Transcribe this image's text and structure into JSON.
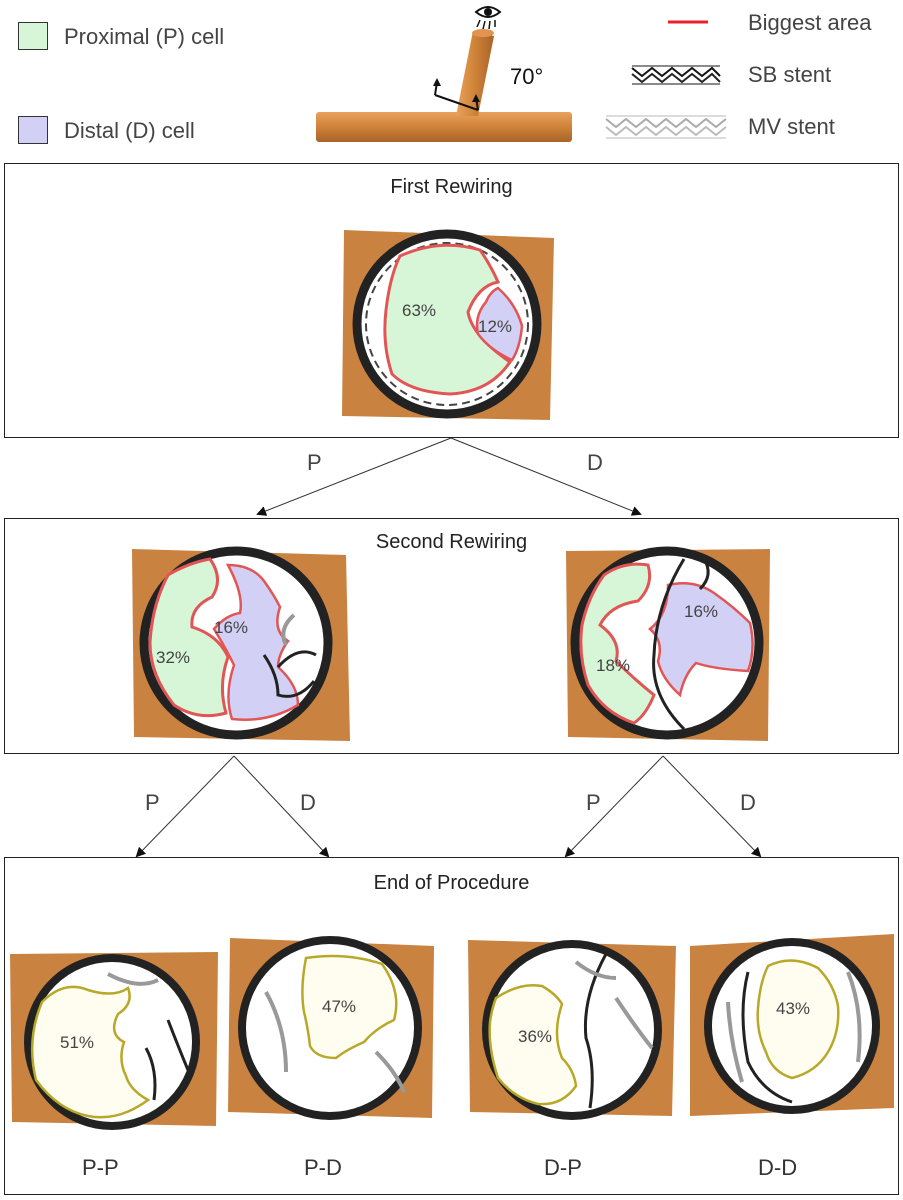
{
  "legend": {
    "proximal_label": "Proximal  (P) cell",
    "distal_label": "Distal  (D) cell",
    "angle_label": "70°",
    "biggest_area_label": "Biggest area",
    "sb_stent_label": "SB stent",
    "mv_stent_label": "MV stent",
    "colors": {
      "proximal": "#d7f5d7",
      "distal": "#d3d0f5",
      "biggest_area": "#e8202a",
      "vessel": "#d38a45"
    }
  },
  "panels": {
    "first": {
      "title": "First Rewiring",
      "cells": {
        "proximal": "63%",
        "distal": "12%"
      }
    },
    "second": {
      "title": "Second Rewiring",
      "left": {
        "proximal": "32%",
        "distal": "16%"
      },
      "right": {
        "proximal": "18%",
        "distal": "16%"
      }
    },
    "end": {
      "title": "End of Procedure",
      "results": [
        {
          "caption": "P-P",
          "value": "51%"
        },
        {
          "caption": "P-D",
          "value": "47%"
        },
        {
          "caption": "D-P",
          "value": "36%"
        },
        {
          "caption": "D-D",
          "value": "43%"
        }
      ]
    }
  },
  "branches": {
    "first_p": "P",
    "first_d": "D",
    "second_left_p": "P",
    "second_left_d": "D",
    "second_right_p": "P",
    "second_right_d": "D"
  }
}
